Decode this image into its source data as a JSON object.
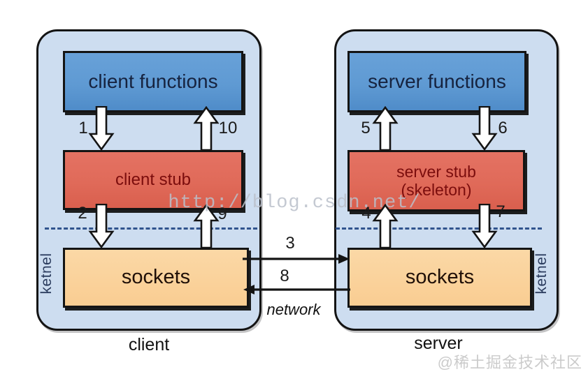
{
  "client": {
    "label": "client",
    "kernel": "ketnel",
    "functions": "client functions",
    "stub": "client stub",
    "sockets": "sockets",
    "step1": "1",
    "step2": "2",
    "step9": "9",
    "step10": "10"
  },
  "server": {
    "label": "server",
    "kernel": "ketnel",
    "functions": "server functions",
    "stub_line1": "server stub",
    "stub_line2": "(skeleton)",
    "sockets": "sockets",
    "step4": "4",
    "step5": "5",
    "step6": "6",
    "step7": "7"
  },
  "network": {
    "label": "network",
    "step3": "3",
    "step8": "8"
  },
  "watermarks": {
    "center": "http://blog.csdn.net/",
    "bottom_right": "@稀土掘金技术社区"
  },
  "colors": {
    "container_fill": "#cdddf0",
    "functions_fill": "#5f9ad3",
    "stub_fill": "#e06a59",
    "sockets_fill": "#f9cd92",
    "outline": "#141414",
    "dashed_boundary": "#31548e",
    "background": "#ffffff"
  }
}
